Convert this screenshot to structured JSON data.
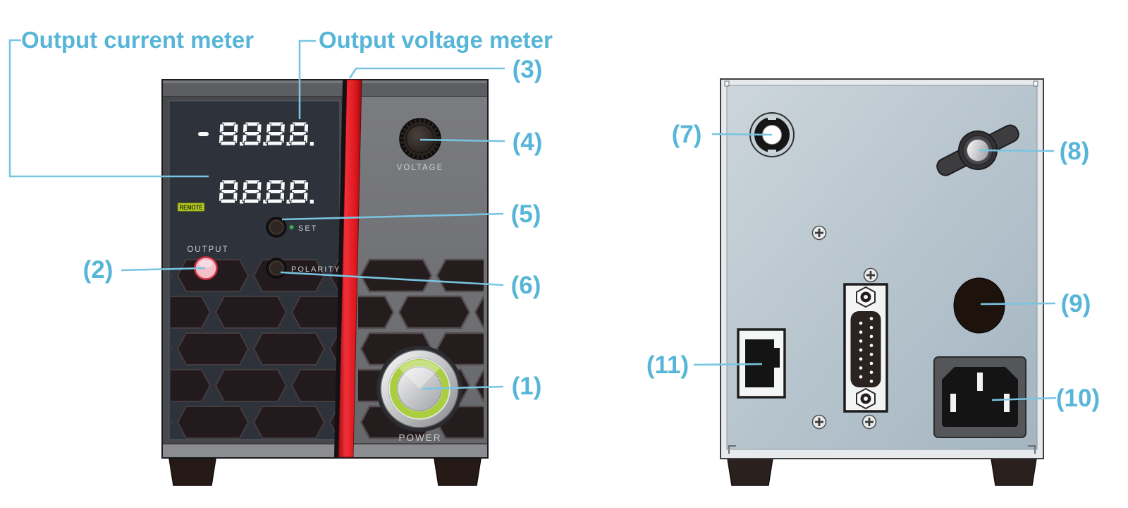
{
  "annotations": {
    "accent_color": "#57b6d8",
    "labels": {
      "output_current_meter": "Output current meter",
      "output_voltage_meter": "Output voltage meter"
    },
    "callouts": {
      "c1": "(1)",
      "c2": "(2)",
      "c3": "(3)",
      "c4": "(4)",
      "c5": "(5)",
      "c6": "(6)",
      "c7": "(7)",
      "c8": "(8)",
      "c9": "(9)",
      "c10": "(10)",
      "c11": "(11)"
    }
  },
  "front_panel": {
    "display": {
      "voltage_row": {
        "sign": "-",
        "digits": "8888",
        "decimal_after_each_digit": true
      },
      "current_row": {
        "sign": "",
        "digits": "8888",
        "decimal_after_each_digit": true
      },
      "remote_badge": "REMOTE",
      "digit_color": "#f8fafc",
      "panel_color": "#2d323b"
    },
    "controls": {
      "voltage_knob_label": "VOLTAGE",
      "set_button_label": "SET",
      "polarity_button_label": "POLARITY",
      "output_button_label": "OUTPUT",
      "power_button_label": "POWER"
    },
    "colors": {
      "body_gray": "#55565a",
      "stripe_red": "#e01b22",
      "power_ring_green": "#a9cf3e",
      "output_button_pink": "#f5bfca",
      "remote_badge_green": "#b6cb27",
      "set_led_green": "#3fae49"
    }
  },
  "rear_panel": {
    "colors": {
      "panel_steel_blue": "#b7c4cd",
      "feet_dark": "#2a211e"
    },
    "component_names": {
      "c7_target": "round-terminal-port",
      "c8_target": "wing-screw-terminal",
      "c9_target": "round-hole",
      "c10_target": "ac-power-inlet",
      "c11_target": "rj45-jack",
      "center_connector": "db15-connector"
    }
  }
}
